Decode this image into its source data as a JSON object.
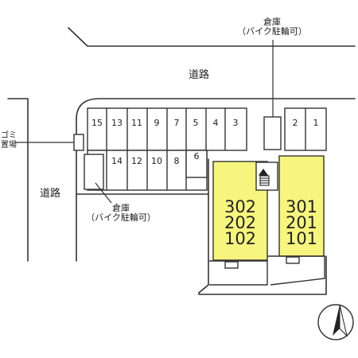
{
  "map": {
    "road_top": "道路",
    "road_left": "道路",
    "storage_top": {
      "title": "倉庫",
      "note": "（バイク駐輪可）"
    },
    "storage_bottom": {
      "title": "倉庫",
      "note": "（バイク駐輪可）"
    },
    "garbage_area": "ゴミ置場",
    "parking_row_top": [
      "15",
      "13",
      "11",
      "9",
      "7",
      "5",
      "4",
      "3"
    ],
    "parking_row_bottom": [
      "14",
      "12",
      "10",
      "8"
    ],
    "parking_6": "6",
    "parking_right": [
      "2",
      "1"
    ],
    "building_left_units": [
      "302",
      "202",
      "102"
    ],
    "building_right_units": [
      "301",
      "201",
      "101"
    ],
    "compass": "north-arrow",
    "colors": {
      "building_fill": "#f6f57d",
      "line": "#333333",
      "paper": "#ffffff"
    }
  }
}
